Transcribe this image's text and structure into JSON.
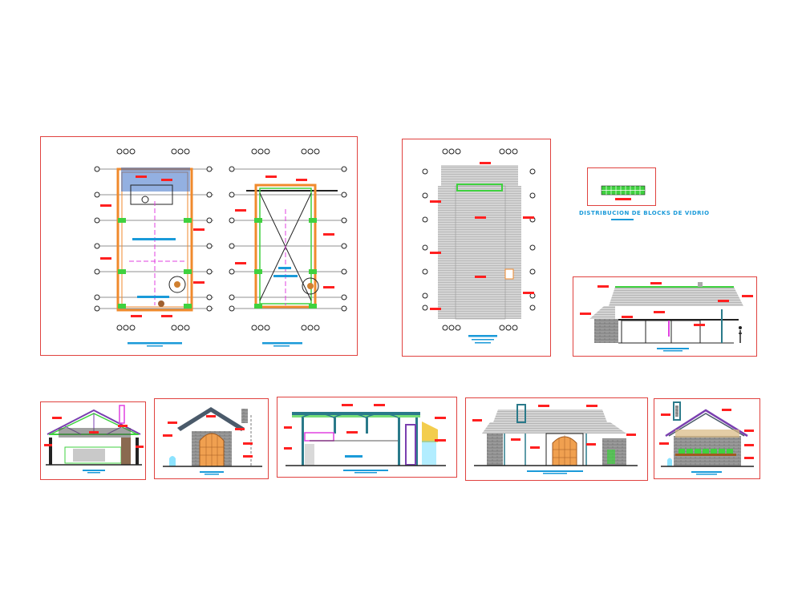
{
  "canvas": {
    "background": "#ffffff"
  },
  "colors": {
    "frame": "#e0423f",
    "wall": "#f08a2c",
    "column": "#3fd13f",
    "axis": "#222222",
    "label": "#ff2020",
    "title_bar": "#1a9ad9",
    "roof": "#c9c9c9",
    "masonry": "#8a8a8a",
    "door": "#f0a050",
    "truss": "#7a3fb0",
    "beam": "#2a7a8a",
    "center_line": "#e040e0"
  },
  "sheets": [
    {
      "id": "plan-sheet",
      "name": "plan-sheet",
      "views": [
        "floor-plan",
        "structural-plan"
      ]
    },
    {
      "id": "roof-sheet",
      "name": "roof-plan-sheet",
      "views": [
        "roof-plan"
      ]
    },
    {
      "id": "glass-block-sheet",
      "name": "glass-block-sheet",
      "views": [
        "glass-block-detail"
      ]
    },
    {
      "id": "elevation-long-sheet",
      "name": "long-elevation-sheet",
      "views": [
        "long-elevation"
      ]
    },
    {
      "id": "section-1-sheet",
      "name": "cross-section-sheet",
      "views": [
        "cross-section"
      ]
    },
    {
      "id": "front-elevation-sheet",
      "name": "front-elevation-sheet",
      "views": [
        "front-elevation"
      ]
    },
    {
      "id": "long-section-sheet",
      "name": "long-section-sheet",
      "views": [
        "long-section"
      ]
    },
    {
      "id": "side-elevation-sheet",
      "name": "side-elevation-sheet",
      "views": [
        "side-elevation"
      ]
    },
    {
      "id": "back-elevation-sheet",
      "name": "back-elevation-sheet",
      "views": [
        "back-elevation"
      ]
    }
  ],
  "texts": {
    "glass_block_title": "DISTRIBUCION DE BLOCKS DE VIDRIO"
  }
}
